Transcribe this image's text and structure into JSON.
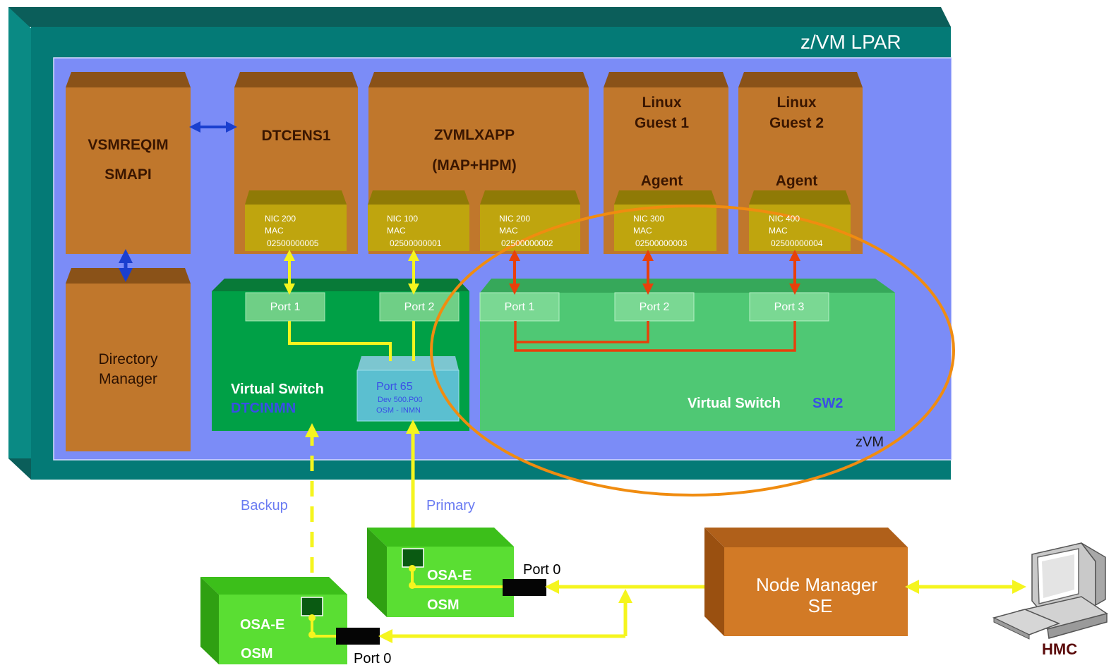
{
  "lpar": {
    "title": "z/VM LPAR",
    "inner_label": "zVM"
  },
  "guests": {
    "vsmreqim": {
      "line1": "VSMREQIM",
      "line2": "SMAPI"
    },
    "dtcens1": {
      "title": "DTCENS1"
    },
    "zvmlxapp": {
      "line1": "ZVMLXAPP",
      "line2": "(MAP+HPM)"
    },
    "linux1": {
      "line1": "Linux",
      "line2": "Guest 1",
      "agent": "Agent"
    },
    "linux2": {
      "line1": "Linux",
      "line2": "Guest 2",
      "agent": "Agent"
    },
    "dirmgr": {
      "line1": "Directory",
      "line2": "Manager"
    }
  },
  "nics": [
    {
      "nic": "NIC 200",
      "mac_label": "MAC",
      "mac": "02500000005"
    },
    {
      "nic": "NIC 100",
      "mac_label": "MAC",
      "mac": "02500000001"
    },
    {
      "nic": "NIC 200",
      "mac_label": "MAC",
      "mac": "02500000002"
    },
    {
      "nic": "NIC 300",
      "mac_label": "MAC",
      "mac": "02500000003"
    },
    {
      "nic": "NIC 400",
      "mac_label": "MAC",
      "mac": "02500000004"
    }
  ],
  "vswitch1": {
    "label": "Virtual Switch",
    "name": "DTCINMN",
    "ports": [
      "Port 1",
      "Port 2"
    ],
    "uplink": {
      "port": "Port  65",
      "dev": "Dev 500.P00",
      "osm": "OSM  -  INMN"
    }
  },
  "vswitch2": {
    "label": "Virtual Switch",
    "name": "SW2",
    "ports": [
      "Port 1",
      "Port 2",
      "Port 3"
    ]
  },
  "links": {
    "backup": "Backup",
    "primary": "Primary"
  },
  "osa_primary": {
    "line1": "OSA-E",
    "line2": "OSM",
    "port": "Port 0"
  },
  "osa_backup": {
    "line1": "OSA-E",
    "line2": "OSM",
    "port": "Port 0"
  },
  "node_manager": {
    "line1": "Node Manager",
    "line2": "SE"
  },
  "hmc": {
    "label": "HMC"
  },
  "colors": {
    "lpar_teal": "#047a76",
    "zvm_blue": "#7b8cf7",
    "guest_brown": "#c0772c",
    "nic_olive": "#bfa50e",
    "vswitch_dark": "#00a046",
    "vswitch_light": "#4fc874",
    "osa_green": "#5ade33",
    "link_yellow": "#f5f51e",
    "link_red": "#e8400a",
    "ellipse_orange": "#f08c10",
    "arrow_blue": "#1a3fcf"
  }
}
